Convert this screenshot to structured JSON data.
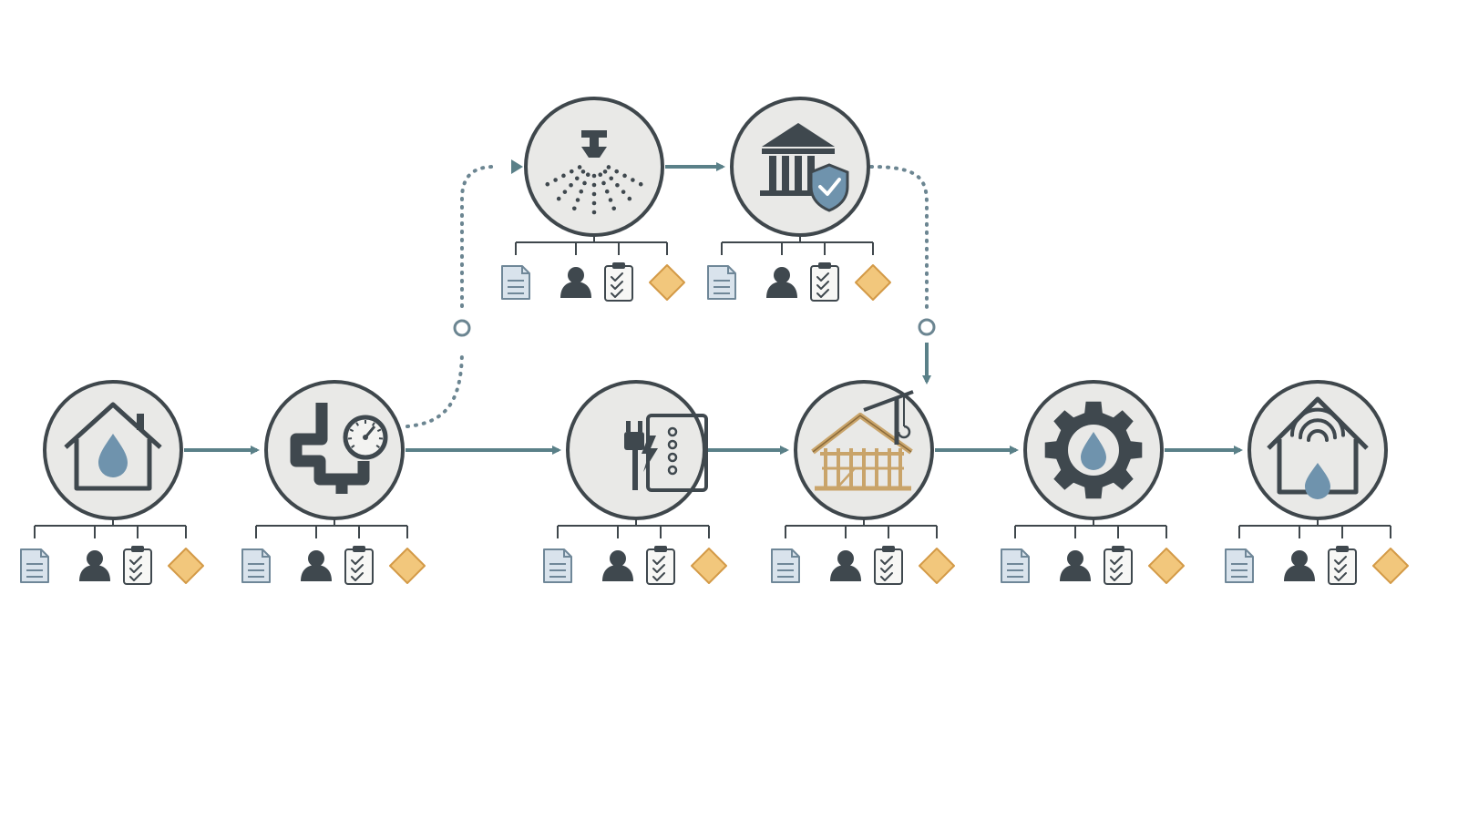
{
  "colors": {
    "background": "#ffffff",
    "node_fill": "#e9e9e7",
    "node_stroke": "#3f474c",
    "icon_dark": "#3f484e",
    "icon_blue": "#6f93ad",
    "arrow": "#5a8088",
    "dotted": "#6b8591",
    "wood": "#c9a46a",
    "badge_fill": "#f2c77c",
    "badge_stroke": "#d39a47",
    "doc_fill": "#d9e3ec",
    "doc_stroke": "#6f8798"
  },
  "nodes": [
    {
      "id": "water-home",
      "icon": "house-water-drop-icon",
      "row": "main"
    },
    {
      "id": "plumbing",
      "icon": "pipes-pressure-gauge-icon",
      "row": "main"
    },
    {
      "id": "fire-sprinkler",
      "icon": "fire-sprinkler-icon",
      "row": "branch"
    },
    {
      "id": "authority-approval",
      "icon": "government-building-shield-icon",
      "row": "branch"
    },
    {
      "id": "electrical",
      "icon": "electrical-plug-panel-icon",
      "row": "main"
    },
    {
      "id": "framing",
      "icon": "house-framing-crane-icon",
      "row": "main"
    },
    {
      "id": "water-system",
      "icon": "gear-water-drop-icon",
      "row": "main"
    },
    {
      "id": "smart-home",
      "icon": "smart-home-wifi-drop-icon",
      "row": "main"
    }
  ],
  "attachments": [
    "document-icon",
    "person-icon",
    "checklist-icon",
    "milestone-diamond-icon"
  ],
  "connectors": [
    {
      "from": "water-home",
      "to": "plumbing",
      "style": "solid"
    },
    {
      "from": "plumbing",
      "to": "electrical",
      "style": "solid"
    },
    {
      "from": "electrical",
      "to": "framing",
      "style": "solid"
    },
    {
      "from": "framing",
      "to": "water-system",
      "style": "solid"
    },
    {
      "from": "water-system",
      "to": "smart-home",
      "style": "solid"
    },
    {
      "from": "plumbing",
      "to": "fire-sprinkler",
      "style": "dotted"
    },
    {
      "from": "fire-sprinkler",
      "to": "authority-approval",
      "style": "solid"
    },
    {
      "from": "authority-approval",
      "to": "framing",
      "style": "dotted"
    }
  ]
}
